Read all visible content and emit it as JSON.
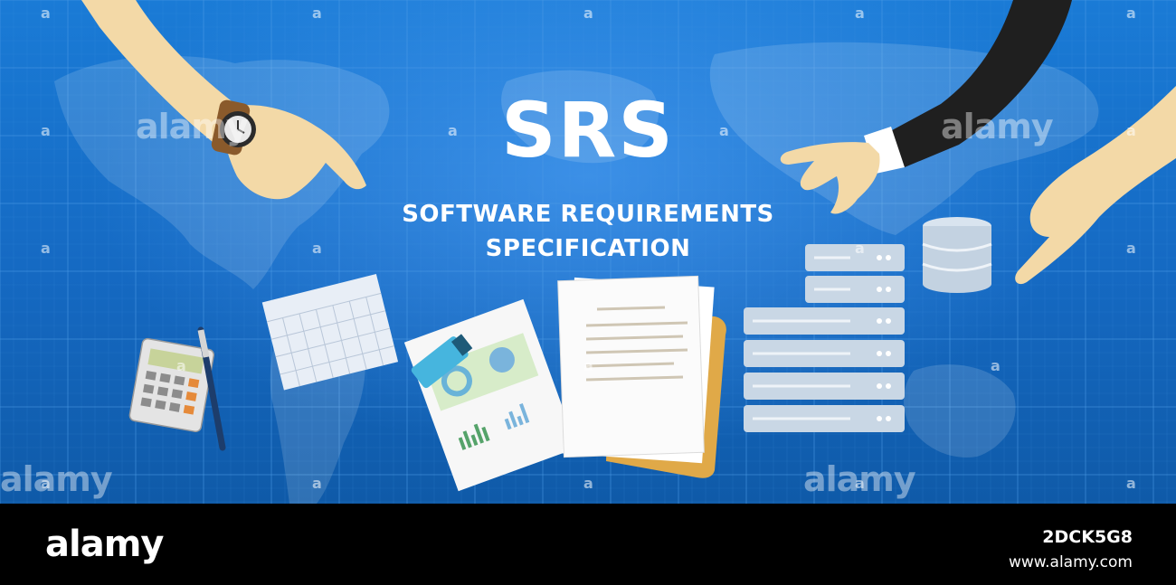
{
  "headline": "SRS",
  "subtitle_line1": "SOFTWARE REQUIREMENTS",
  "subtitle_line2": "SPECIFICATION",
  "watermark": {
    "word": "alamy",
    "mark": "a"
  },
  "footer": {
    "logo": "alamy",
    "image_id": "2DCK5G8",
    "url": "www.alamy.com"
  },
  "colors": {
    "background": "#1569c2",
    "grid_line": "#4d9be6",
    "text": "#ffffff",
    "footer": "#000000"
  }
}
